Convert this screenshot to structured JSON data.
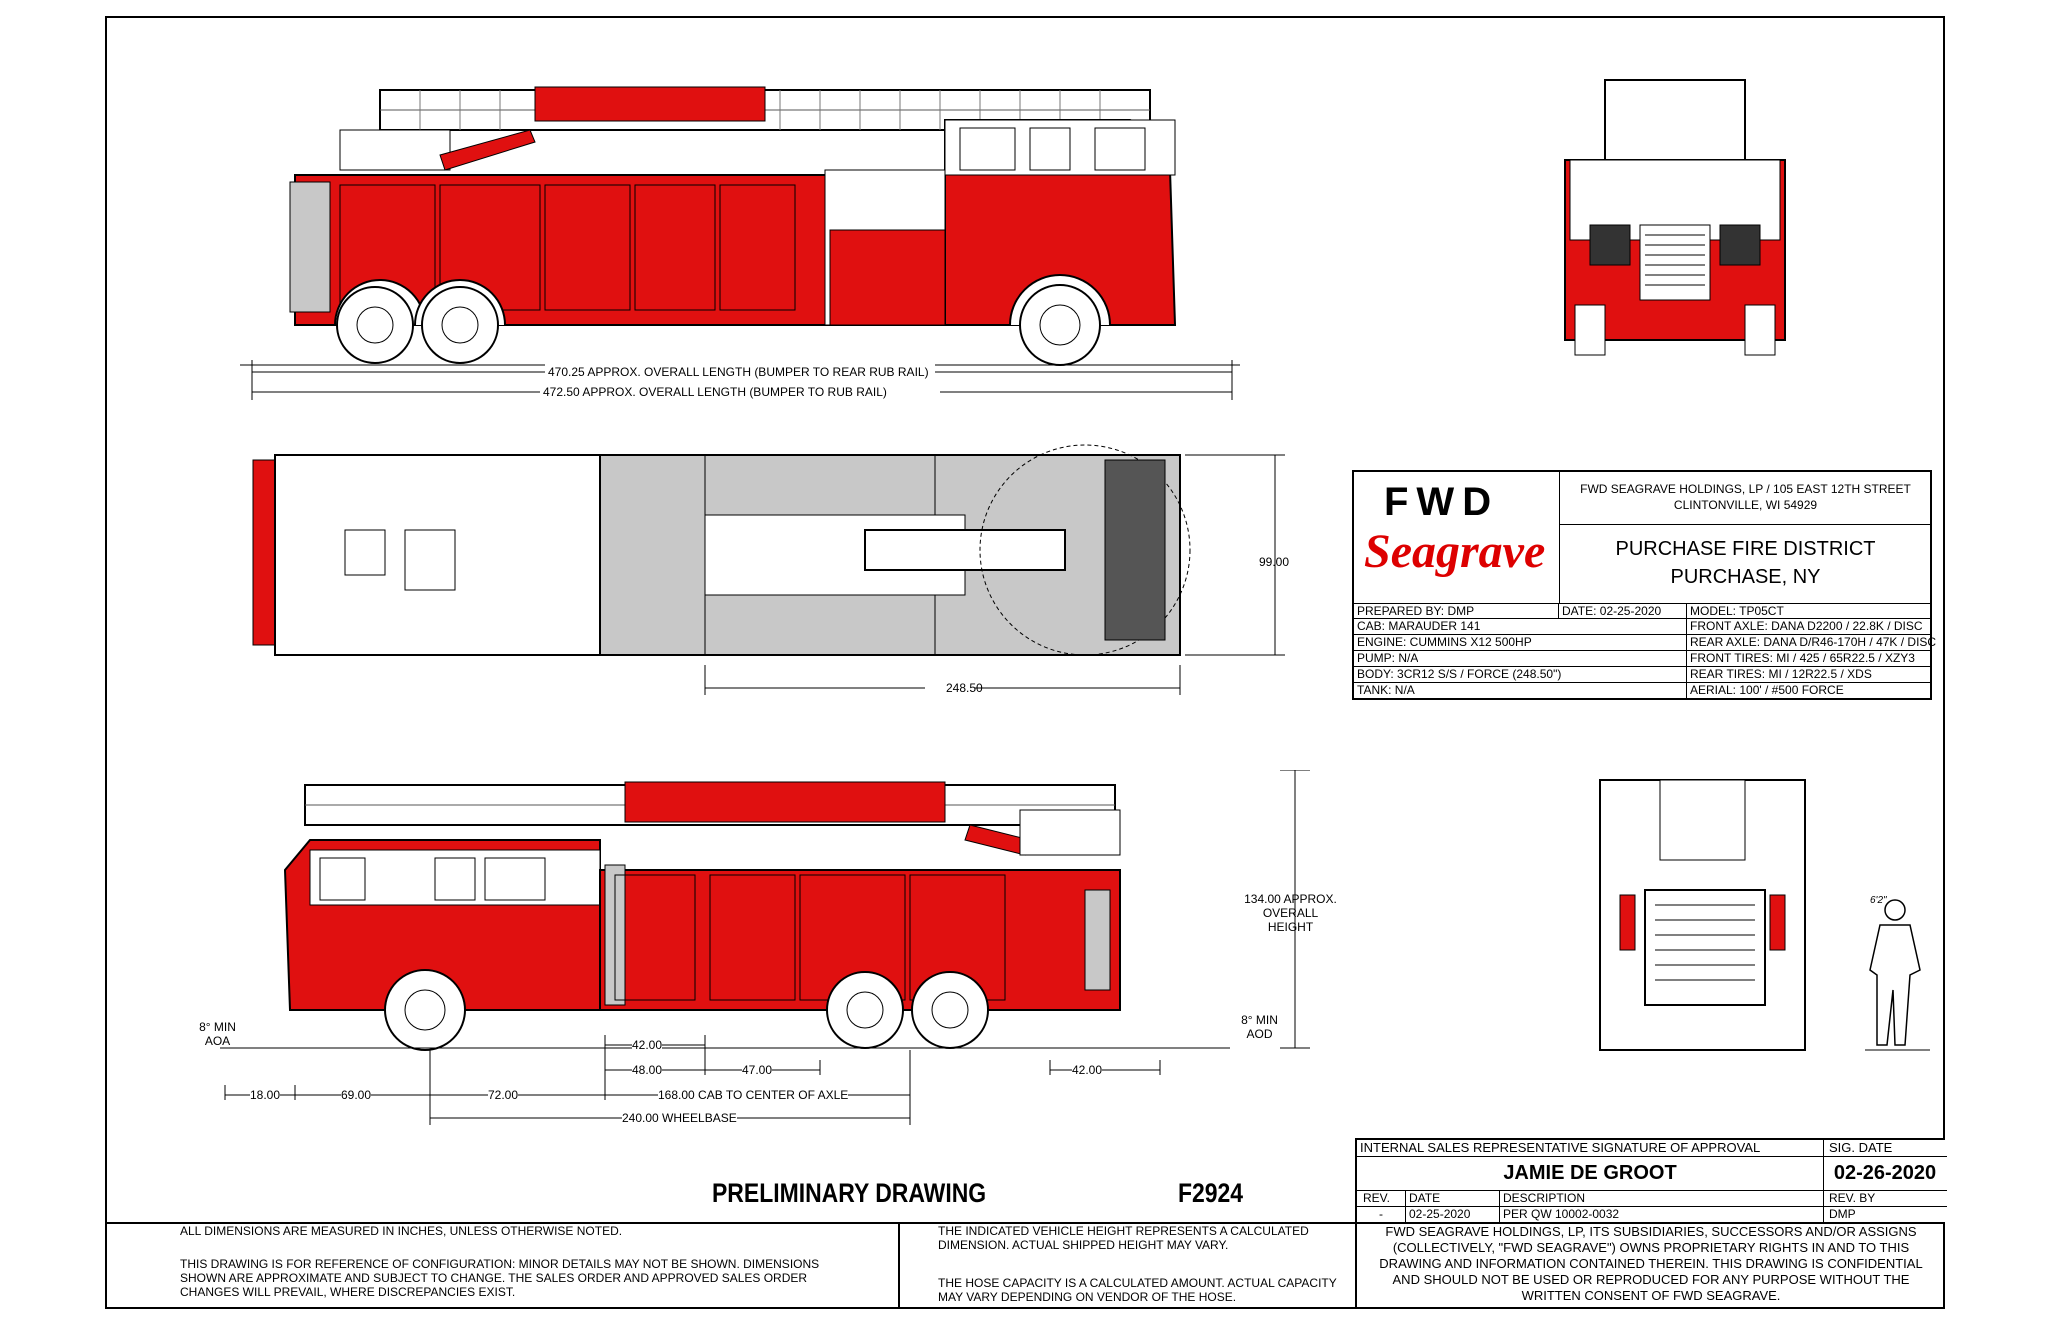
{
  "dims": {
    "length_rear_rub": "470.25 APPROX. OVERALL LENGTH (BUMPER TO REAR RUB RAIL)",
    "length_rub": "472.50 APPROX. OVERALL LENGTH (BUMPER TO RUB RAIL)",
    "width": "99.00",
    "turntable_len": "248.50",
    "height": "134.00 APPROX. OVERALL HEIGHT",
    "aoa": "8° MIN AOA",
    "aod": "8° MIN AOD",
    "d42a": "42.00",
    "d48": "48.00",
    "d47": "47.00",
    "d42b": "42.00",
    "d18": "18.00",
    "d69": "69.00",
    "d72": "72.00",
    "d168": "168.00 CAB TO CENTER OF AXLE",
    "d240": "240.00 WHEELBASE",
    "person_label": "6'2\""
  },
  "title_block": {
    "logo_fwd": "FWD",
    "logo_seagrave": "Seagrave",
    "company_line1": "FWD SEAGRAVE HOLDINGS, LP / 105 EAST 12TH STREET",
    "company_line2": "CLINTONVILLE, WI 54929",
    "customer_line1": "PURCHASE FIRE DISTRICT",
    "customer_line2": "PURCHASE, NY",
    "prepared_by": "PREPARED BY: DMP",
    "date": "DATE: 02-25-2020",
    "model": "MODEL: TP05CT",
    "cab": "CAB: MARAUDER 141",
    "engine": "ENGINE: CUMMINS X12 500HP",
    "pump": "PUMP: N/A",
    "body": "BODY: 3CR12 S/S / FORCE (248.50\")",
    "tank": "TANK: N/A",
    "front_axle": "FRONT AXLE: DANA D2200 / 22.8K / DISC",
    "rear_axle": "REAR AXLE: DANA D/R46-170H / 47K / DISC",
    "front_tires": "FRONT TIRES: MI / 425 / 65R22.5 / XZY3",
    "rear_tires": "REAR TIRES: MI / 12R22.5 / XDS",
    "aerial": "AERIAL: 100' / #500 FORCE"
  },
  "approval": {
    "header": "INTERNAL SALES REPRESENTATIVE SIGNATURE OF APPROVAL",
    "sig_date_label": "SIG. DATE",
    "name": "JAMIE DE GROOT",
    "sig_date": "02-26-2020",
    "rev_label": "REV.",
    "date_label": "DATE",
    "desc_label": "DESCRIPTION",
    "revby_label": "REV. BY",
    "rev": "-",
    "rev_date": "02-25-2020",
    "rev_desc": "PER QW 10002-0032",
    "rev_by": "DMP"
  },
  "drawing": {
    "status": "PRELIMINARY DRAWING",
    "number": "F2924"
  },
  "notes": {
    "n1": "ALL DIMENSIONS ARE MEASURED IN INCHES, UNLESS OTHERWISE NOTED.",
    "n2": "THIS DRAWING IS FOR REFERENCE OF CONFIGURATION: MINOR DETAILS MAY NOT BE SHOWN.  DIMENSIONS SHOWN ARE APPROXIMATE AND SUBJECT TO CHANGE.  THE SALES ORDER AND APPROVED SALES ORDER CHANGES WILL PREVAIL, WHERE DISCREPANCIES EXIST.",
    "n3": "THE INDICATED VEHICLE HEIGHT REPRESENTS A CALCULATED DIMENSION.  ACTUAL SHIPPED HEIGHT MAY VARY.",
    "n4": "THE HOSE CAPACITY IS A CALCULATED AMOUNT.  ACTUAL CAPACITY MAY VARY DEPENDING ON  VENDOR OF THE HOSE.",
    "n5": "FWD SEAGRAVE HOLDINGS, LP, ITS SUBSIDIARIES, SUCCESSORS AND/OR ASSIGNS (COLLECTIVELY, \"FWD SEAGRAVE\") OWNS PROPRIETARY RIGHTS IN AND TO THIS DRAWING AND INFORMATION CONTAINED THEREIN. THIS DRAWING IS CONFIDENTIAL AND SHOULD NOT BE USED OR REPRODUCED FOR ANY PURPOSE WITHOUT THE WRITTEN CONSENT OF  FWD SEAGRAVE."
  },
  "colors": {
    "body_red": "#e01010",
    "gray": "#c8c8c8",
    "ink": "#000000"
  }
}
